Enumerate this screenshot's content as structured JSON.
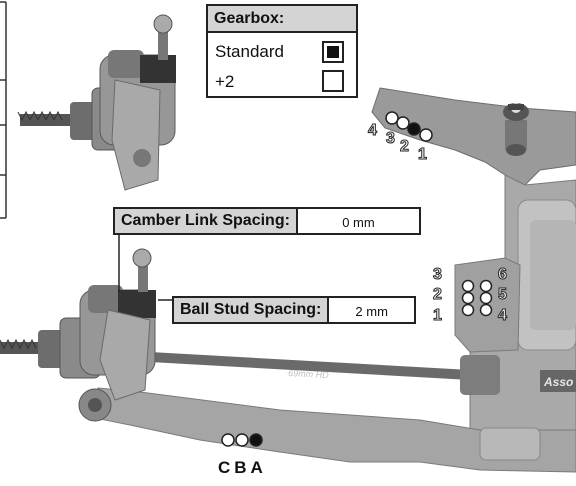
{
  "gearbox": {
    "title": "Gearbox:",
    "options": [
      {
        "label": "Standard",
        "selected": true
      },
      {
        "label": "+2",
        "selected": false
      }
    ]
  },
  "camber_link_spacing": {
    "label": "Camber Link Spacing:",
    "value": "0 mm"
  },
  "ball_stud_spacing": {
    "label": "Ball Stud Spacing:",
    "value": "2 mm"
  },
  "tower_holes": {
    "numbers": [
      "4",
      "3",
      "2",
      "1"
    ],
    "selected": "2"
  },
  "mount_holes": {
    "left_numbers": [
      "3",
      "2",
      "1"
    ],
    "right_numbers": [
      "6",
      "5",
      "4"
    ]
  },
  "arm_holes": {
    "letters": "CBA",
    "selected": "A"
  },
  "link_text": "69mm HD",
  "brand_text": "Asso"
}
